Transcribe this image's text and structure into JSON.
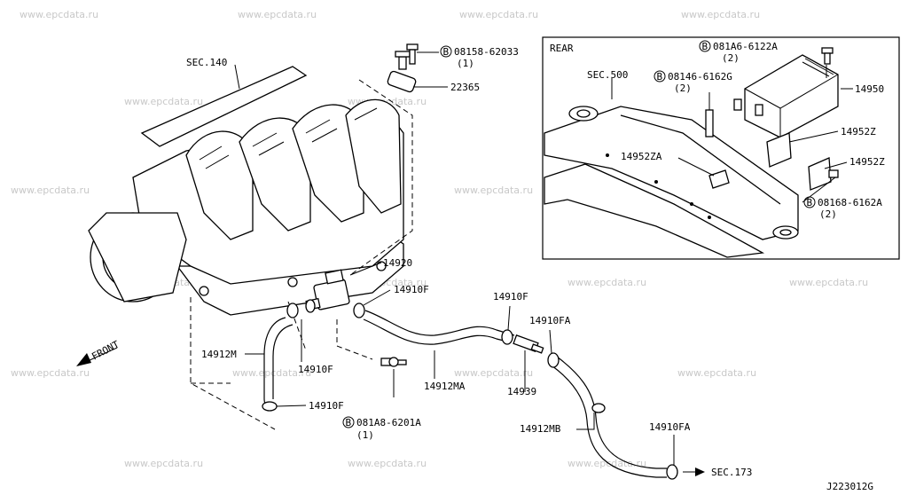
{
  "watermark": "www.epcdata.ru",
  "diagram_id": "J223012G",
  "labels": {
    "sec140": "SEC.140",
    "b08158": "08158-62033",
    "b08158_qty": "(1)",
    "p22365": "22365",
    "p14920": "14920",
    "p14910f_a": "14910F",
    "p14910f_b": "14910F",
    "p14910f_c": "14910F",
    "p14910f_d": "14910F",
    "p14912m": "14912M",
    "p14912ma": "14912MA",
    "p14939": "14939",
    "p14910fa_a": "14910FA",
    "p14910fa_b": "14910FA",
    "p14912mb": "14912MB",
    "sec173": "SEC.173",
    "b081a8": "081A8-6201A",
    "b081a8_qty": "(1)",
    "front": "FRONT",
    "rear": "REAR",
    "sec500": "SEC.500",
    "b081a6": "081A6-6122A",
    "b081a6_qty": "(2)",
    "b08146": "08146-6162G",
    "b08146_qty": "(2)",
    "p14950": "14950",
    "p14952z_a": "14952Z",
    "p14952z_b": "14952Z",
    "p14952za": "14952ZA",
    "b08168": "08168-6162A",
    "b08168_qty": "(2)",
    "bolt_mark": "B"
  }
}
